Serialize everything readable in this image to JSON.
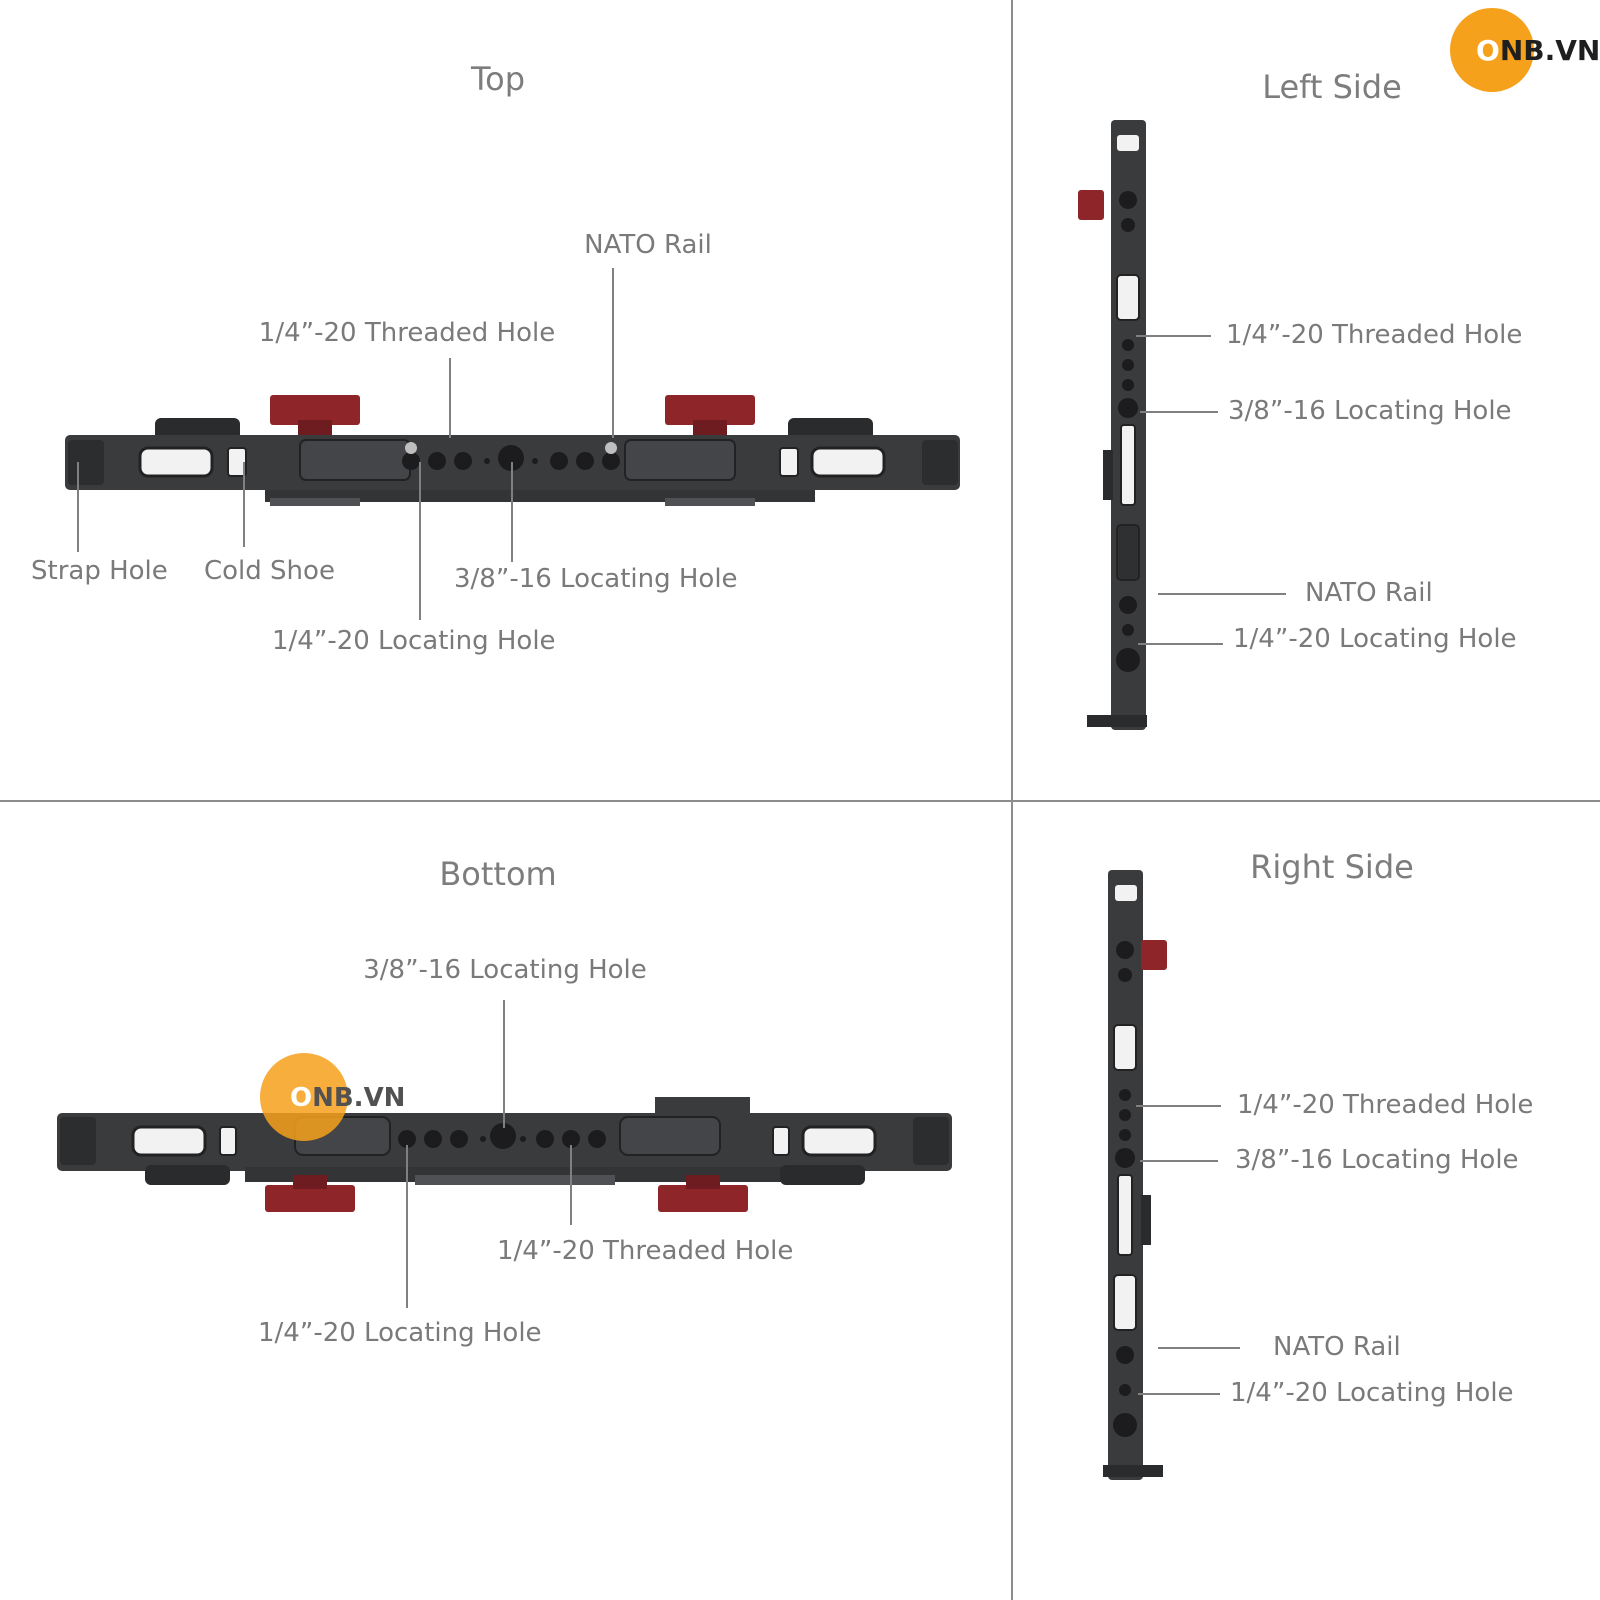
{
  "watermark": {
    "prefix": "O",
    "text": "NB.VN"
  },
  "colors": {
    "body": "#3a3b3d",
    "knob": "#8e2528",
    "accent": "#f6a11b",
    "leader": "#808080"
  },
  "views": {
    "top": {
      "title": "Top",
      "labels": {
        "nato_rail": "NATO Rail",
        "threaded_hole": "1/4”-20 Threaded Hole",
        "strap_hole": "Strap Hole",
        "cold_shoe": "Cold Shoe",
        "locating_38": "3/8”-16 Locating Hole",
        "locating_14": "1/4”-20 Locating Hole"
      }
    },
    "left": {
      "title": "Left Side",
      "labels": {
        "threaded_hole": "1/4”-20 Threaded Hole",
        "locating_38": "3/8”-16 Locating Hole",
        "nato_rail": "NATO Rail",
        "locating_14": "1/4”-20 Locating Hole"
      }
    },
    "bottom": {
      "title": "Bottom",
      "labels": {
        "locating_38": "3/8”-16 Locating Hole",
        "threaded_hole": "1/4”-20 Threaded Hole",
        "locating_14": "1/4”-20 Locating Hole"
      }
    },
    "right": {
      "title": "Right Side",
      "labels": {
        "threaded_hole": "1/4”-20 Threaded Hole",
        "locating_38": "3/8”-16 Locating Hole",
        "nato_rail": "NATO Rail",
        "locating_14": "1/4”-20 Locating Hole"
      }
    }
  }
}
